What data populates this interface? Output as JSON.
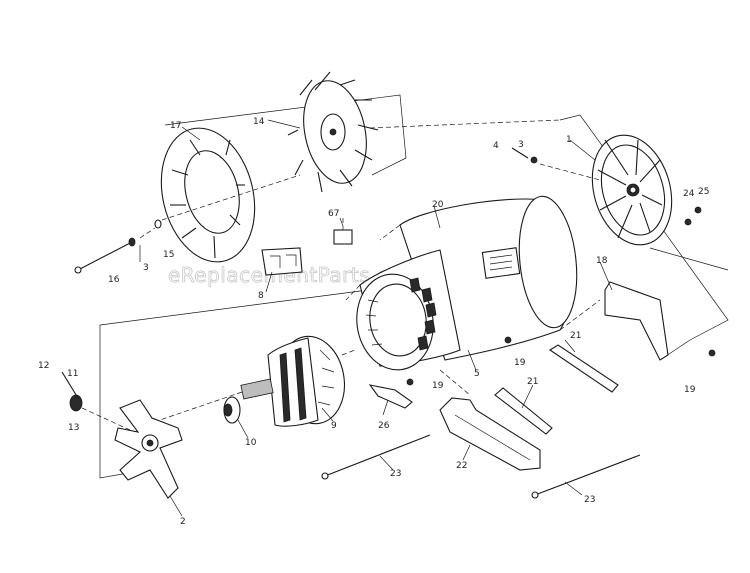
{
  "watermark": "eReplacementParts.com",
  "labels": {
    "p1": "1",
    "p2": "2",
    "p3a": "3",
    "p3b": "3",
    "p4": "4",
    "p5": "5",
    "p8": "8",
    "p9": "9",
    "p10": "10",
    "p11": "11",
    "p12": "12",
    "p13": "13",
    "p14": "14",
    "p15": "15",
    "p16": "16",
    "p17": "17",
    "p18": "18",
    "p19a": "19",
    "p19b": "19",
    "p19c": "19",
    "p20": "20",
    "p21a": "21",
    "p21b": "21",
    "p22": "22",
    "p23a": "23",
    "p23b": "23",
    "p24": "24",
    "p25": "25",
    "p26": "26",
    "p67": "67"
  }
}
